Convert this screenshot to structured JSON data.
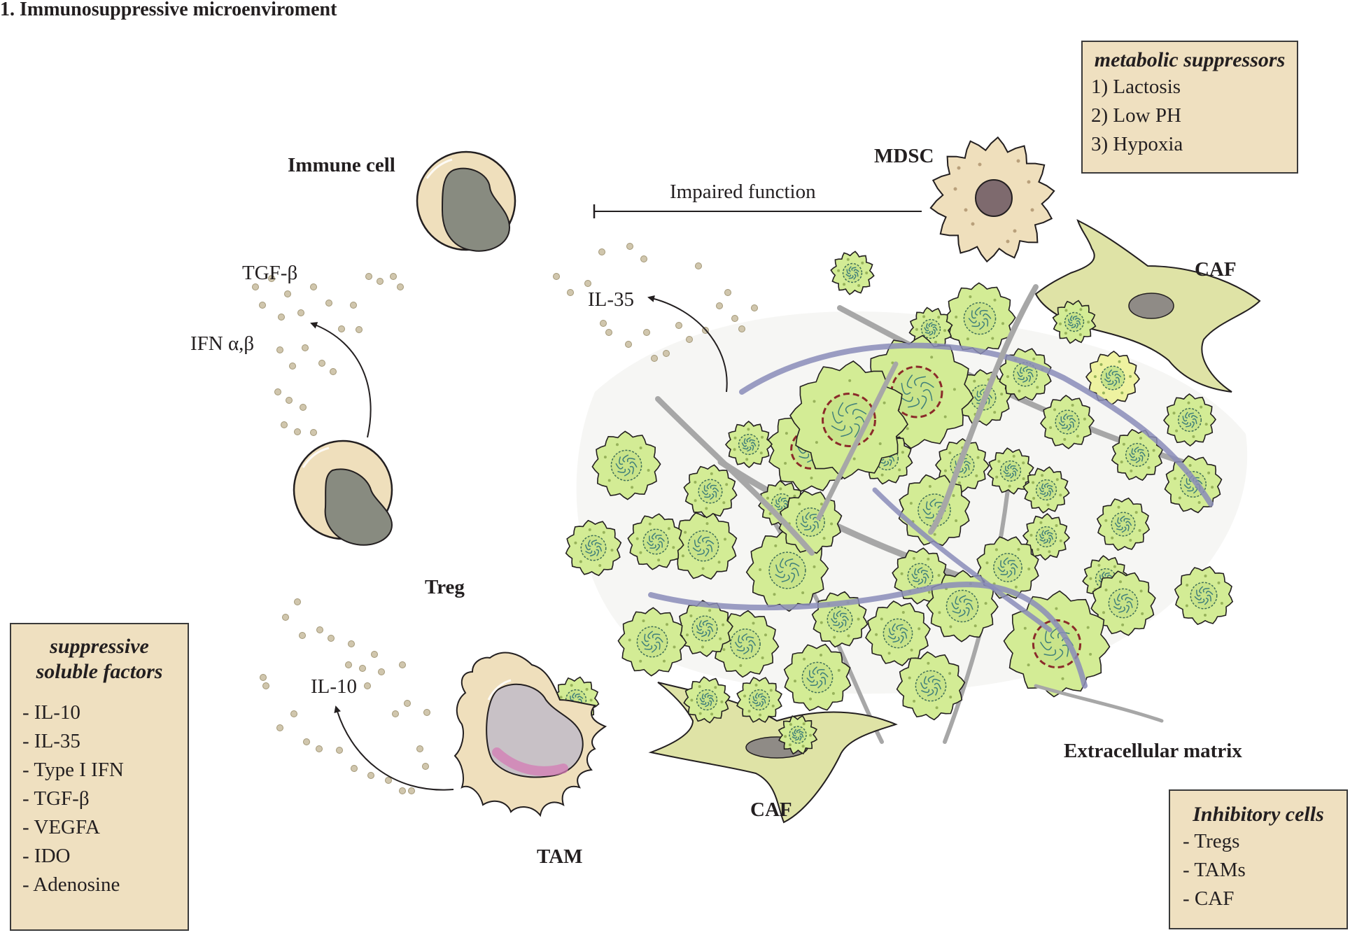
{
  "title": "1. Immunosuppressive microenviroment",
  "cells": {
    "immune_cell": "Immune cell",
    "treg": "Treg",
    "tam": "TAM",
    "mdsc": "MDSC",
    "caf_top": "CAF",
    "caf_bottom": "CAF",
    "ecm": "Extracellular matrix"
  },
  "factors": {
    "tgf_beta": "TGF-β",
    "ifn": "IFN α,β",
    "il35": "IL-35",
    "il10": "IL-10"
  },
  "impaired_label": "Impaired function",
  "metabolic": {
    "title": "metabolic suppressors",
    "items": [
      "1) Lactosis",
      "2) Low PH",
      "3) Hypoxia"
    ]
  },
  "soluble": {
    "title_line1": "suppressive",
    "title_line2": "soluble factors",
    "items": [
      "- IL-10",
      "- IL-35",
      "- Type I IFN",
      "- TGF-β",
      "- VEGFA",
      "- IDO",
      "- Adenosine"
    ]
  },
  "inhibitory": {
    "title": "Inhibitory cells",
    "items": [
      "- Tregs",
      "- TAMs",
      "- CAF"
    ]
  },
  "colors": {
    "cell_body": "#efdfbc",
    "nucleus": "#888b80",
    "tumor_cell": "#d3ec95",
    "tumor_cell_yellow": "#eef2a0",
    "caf": "#dfe3a6",
    "box_bg": "#efe0c0",
    "fiber_purple": "#8a8cb8",
    "fiber_gray": "#a7a7a7"
  }
}
